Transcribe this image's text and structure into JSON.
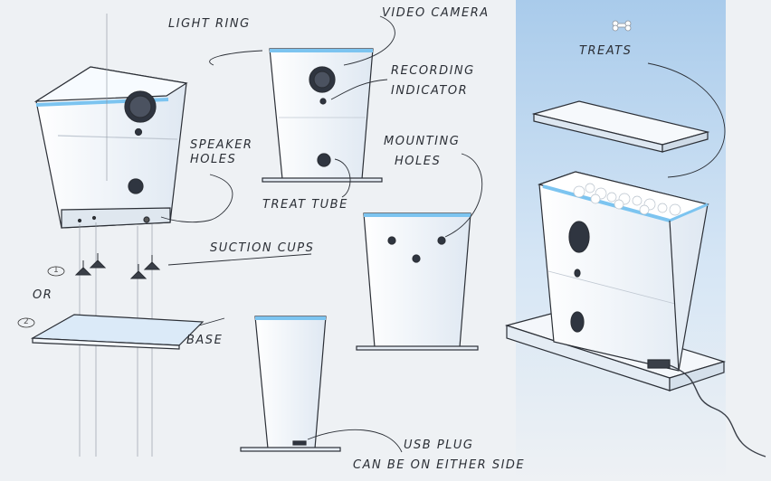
{
  "labels": {
    "light_ring": "LIGHT RING",
    "video_camera": "VIDEO CAMERA",
    "recording_indicator_1": "RECORDING",
    "recording_indicator_2": "INDICATOR",
    "speaker_holes_1": "SPEAKER",
    "speaker_holes_2": "HOLES",
    "mounting_holes_1": "MOUNTING",
    "mounting_holes_2": "HOLES",
    "treat_tube": "TREAT TUBE",
    "treats": "TREATS",
    "suction_cups": "SUCTION CUPS",
    "or": "OR",
    "base": "BASE",
    "usb_plug": "USB PLUG",
    "either_side": "CAN BE ON EITHER SIDE"
  },
  "options": {
    "option_1": "1",
    "option_2": "2"
  },
  "colors": {
    "background": "#eef1f4",
    "panel_blue": "#bcd6ef",
    "light_ring": "#7cc4f0",
    "line": "#2b2f36",
    "body_fill": "#ffffff"
  }
}
